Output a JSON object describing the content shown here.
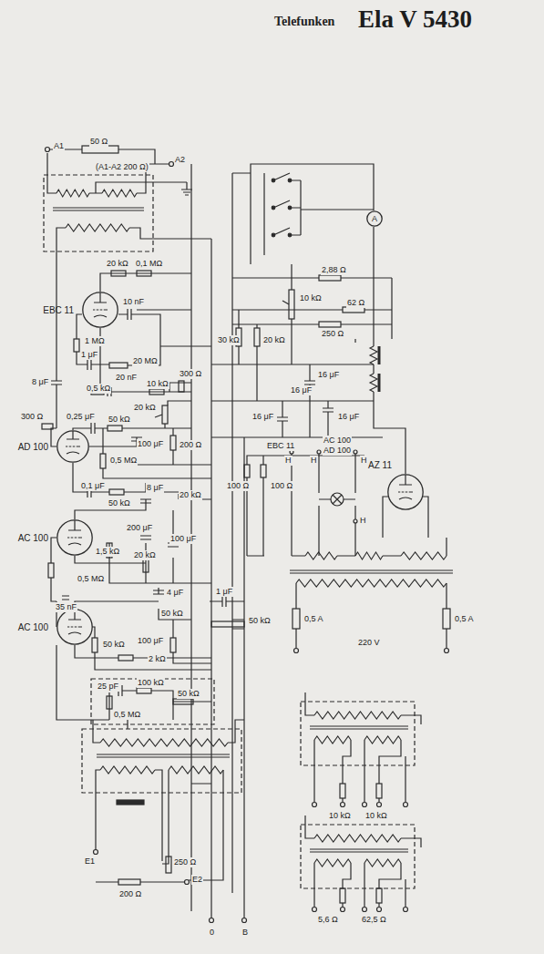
{
  "diagram": {
    "title": "Ela V 5430",
    "nodes": [
      {
        "text": [
          "A"
        ]
      },
      {
        "text": [
          "EBC 11"
        ]
      },
      {
        "text": [
          "AD 100"
        ]
      },
      {
        "text": [
          "AC 100"
        ]
      },
      {
        "text": [
          "AC 100"
        ]
      },
      {
        "text": [
          "AZ 11"
        ]
      }
    ],
    "labels": [
      "Telefunken",
      "A1",
      "50 Ω",
      "(A1-A2 200 Ω)",
      "A2",
      "20 kΩ",
      "0,1 MΩ",
      "10 nF",
      "1 MΩ",
      "1 μF",
      "20 MΩ",
      "8 μF",
      "0,5 kΩ",
      "20 nF",
      "10 kΩ",
      "300 Ω",
      "20 kΩ",
      "300 Ω",
      "0,25 μF",
      "50 kΩ",
      "0,5 MΩ",
      "100 μF",
      "200 Ω",
      "0,1 μF",
      "50 kΩ",
      "8 μF",
      "20 kΩ",
      "200 μF",
      "1,5 kΩ",
      "20 kΩ",
      "100 μF",
      "0,5 MΩ",
      "35 nF",
      "4 μF",
      "50 kΩ",
      "1 μF",
      "50 kΩ",
      "50 kΩ",
      "100 μF",
      "2 kΩ",
      "25 pF",
      "100 kΩ",
      "0,5 MΩ",
      "50 kΩ",
      "E1",
      "200 Ω",
      "250 Ω",
      "E2",
      "0",
      "B",
      "2,88 Ω",
      "10 kΩ",
      "62 Ω",
      "250 Ω",
      "30 kΩ",
      "20 kΩ",
      "16 μF",
      "16 μF",
      "16 μF",
      "16 μF",
      "EBC 11",
      "AC 100",
      "AD 100",
      "100 Ω",
      "100 Ω",
      "H",
      "H",
      "H",
      "H",
      "0,5 A",
      "220 V",
      "0,5 A",
      "10 kΩ",
      "10 kΩ",
      "5,6 Ω",
      "62,5 Ω"
    ]
  }
}
